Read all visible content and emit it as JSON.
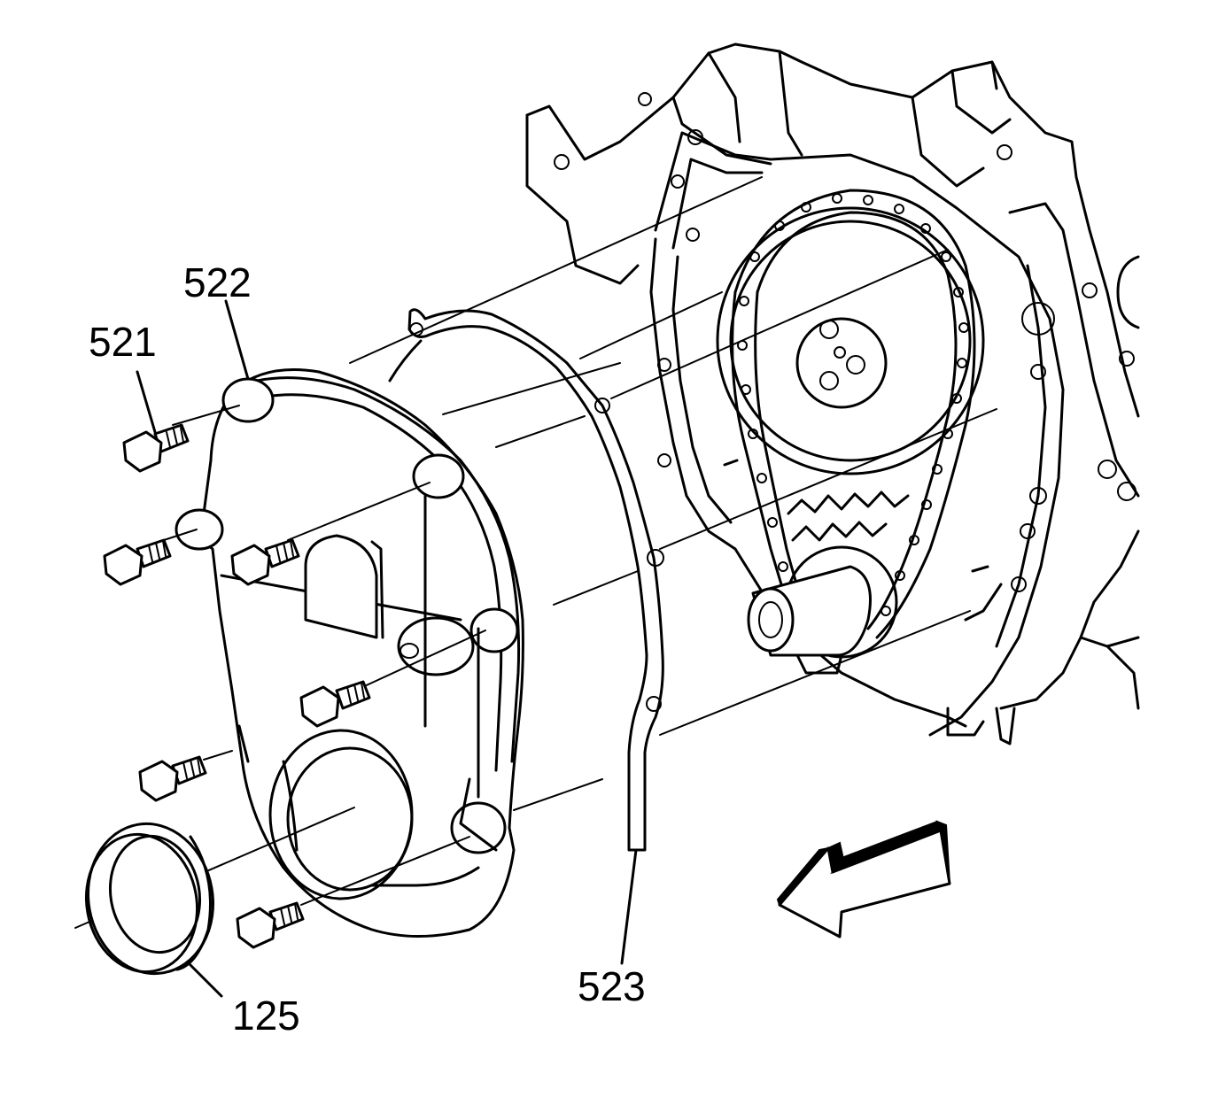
{
  "diagram": {
    "callouts": [
      {
        "id": "125",
        "text": "125"
      },
      {
        "id": "521",
        "text": "521"
      },
      {
        "id": "522",
        "text": "522"
      },
      {
        "id": "523",
        "text": "523"
      }
    ]
  }
}
